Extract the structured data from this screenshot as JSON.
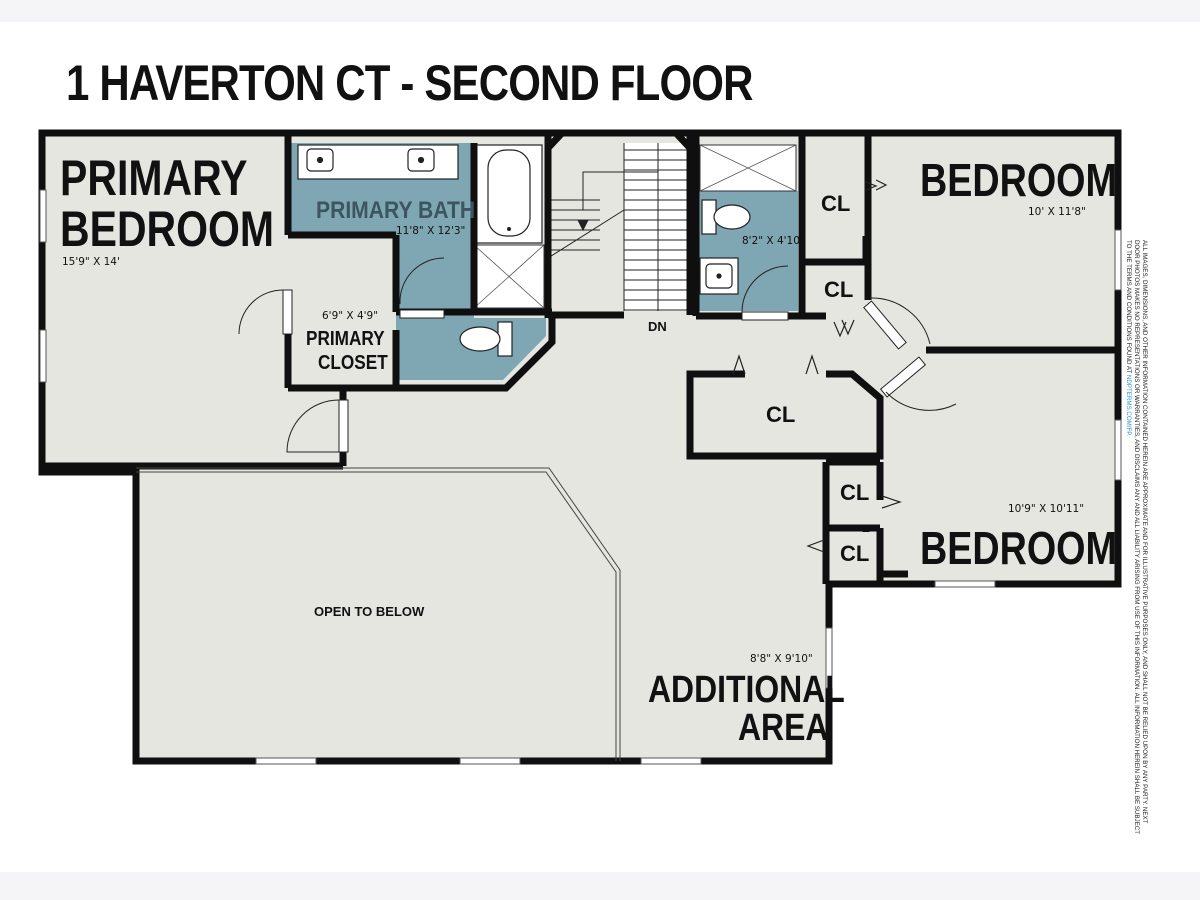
{
  "title": "1 HAVERTON CT - SECOND FLOOR",
  "rooms": {
    "primary_bedroom": {
      "line1": "PRIMARY",
      "line2": "BEDROOM",
      "dims": "15'9\" X 14'"
    },
    "primary_bath": {
      "name": "PRIMARY BATH",
      "dims": "11'8\" X 12'3\""
    },
    "primary_closet": {
      "line1": "PRIMARY",
      "line2": "CLOSET",
      "dims": "6'9\" X 4'9\""
    },
    "hall_bath": {
      "dims": "8'2\" X 4'10\""
    },
    "bedroom_1": {
      "name": "BEDROOM",
      "dims": "10' X 11'8\""
    },
    "bedroom_2": {
      "name": "BEDROOM",
      "dims": "10'9\" X 10'11\""
    },
    "additional_area": {
      "line1": "ADDITIONAL",
      "line2": "AREA",
      "dims": "8'8\" X 9'10\""
    },
    "open_to_below": {
      "name": "OPEN TO BELOW"
    }
  },
  "closets": {
    "label": "CL"
  },
  "stairs": {
    "label": "DN"
  },
  "disclaimer": {
    "text": "ALL IMAGES, DIMENSIONS, AND OTHER INFORMATION CONTAINED HEREIN ARE APPROXIMATE AND FOR ILLUSTRATIVE PURPOSES ONLY, AND SHALL NOT BE RELIED UPON BY ANY PARTY. NEXT DOOR PHOTOS MAKES NO REPRESENTATIONS OR WARRANTIES, AND DISCLAIMS ANY AND ALL LIABILITY ARISING FROM USE OF THIS INFORMATION. ALL INFORMATION HEREIN SHALL BE SUBJECT TO THE TERMS AND CONDITIONS FOUND AT",
    "link": "NDPTERMS.COM/FP."
  },
  "colors": {
    "wall": "#0f0f0f",
    "floor": "#e6e6e1",
    "bath": "#7fa6b3",
    "page": "#ffffff",
    "link": "#2f8fd6"
  }
}
